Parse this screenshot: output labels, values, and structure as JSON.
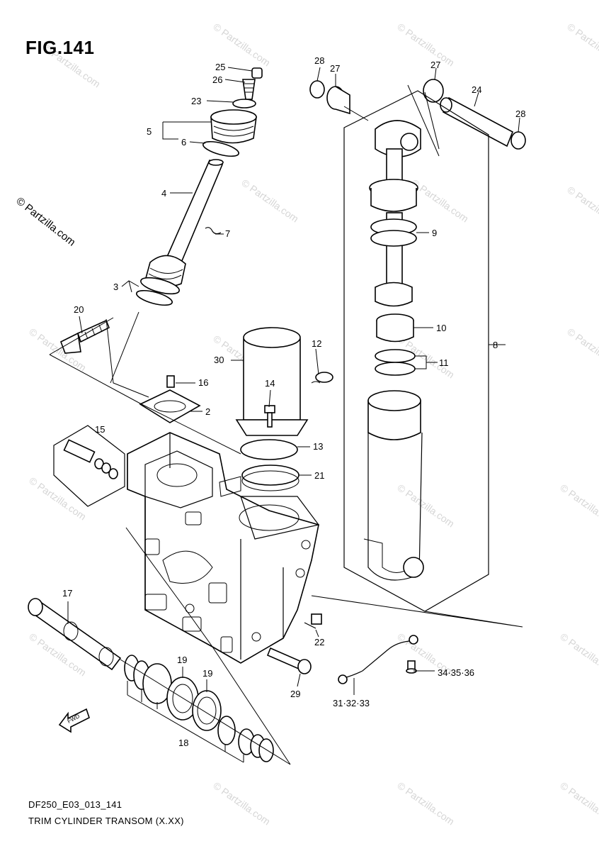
{
  "figure": {
    "title": "FIG.141",
    "copyright": "© Partzilla.com",
    "watermark": "© Partzilla.com",
    "footer_code": "DF250_E03_013_141",
    "footer_name": "TRIM CYLINDER TRANSOM (X.XX)",
    "fwd_label": "FWD"
  },
  "callouts": [
    {
      "id": "c25",
      "text": "25"
    },
    {
      "id": "c26",
      "text": "26"
    },
    {
      "id": "c23",
      "text": "23"
    },
    {
      "id": "c5",
      "text": "5"
    },
    {
      "id": "c6",
      "text": "6"
    },
    {
      "id": "c4",
      "text": "4"
    },
    {
      "id": "c7",
      "text": "7"
    },
    {
      "id": "c3",
      "text": "3"
    },
    {
      "id": "c20",
      "text": "20"
    },
    {
      "id": "c16",
      "text": "16"
    },
    {
      "id": "c2",
      "text": "2"
    },
    {
      "id": "c15",
      "text": "15"
    },
    {
      "id": "c30",
      "text": "30"
    },
    {
      "id": "c12",
      "text": "12"
    },
    {
      "id": "c14",
      "text": "14"
    },
    {
      "id": "c13",
      "text": "13"
    },
    {
      "id": "c21",
      "text": "21"
    },
    {
      "id": "c28a",
      "text": "28"
    },
    {
      "id": "c27a",
      "text": "27"
    },
    {
      "id": "c27b",
      "text": "27"
    },
    {
      "id": "c24",
      "text": "24"
    },
    {
      "id": "c28b",
      "text": "28"
    },
    {
      "id": "c9",
      "text": "9"
    },
    {
      "id": "c10",
      "text": "10"
    },
    {
      "id": "c11",
      "text": "11"
    },
    {
      "id": "c8",
      "text": "8"
    },
    {
      "id": "c17",
      "text": "17"
    },
    {
      "id": "c19a",
      "text": "19"
    },
    {
      "id": "c19b",
      "text": "19"
    },
    {
      "id": "c18",
      "text": "18"
    },
    {
      "id": "c22",
      "text": "22"
    },
    {
      "id": "c29",
      "text": "29"
    },
    {
      "id": "c313233",
      "text": "31·32·33"
    },
    {
      "id": "c343536",
      "text": "34·35·36"
    }
  ]
}
